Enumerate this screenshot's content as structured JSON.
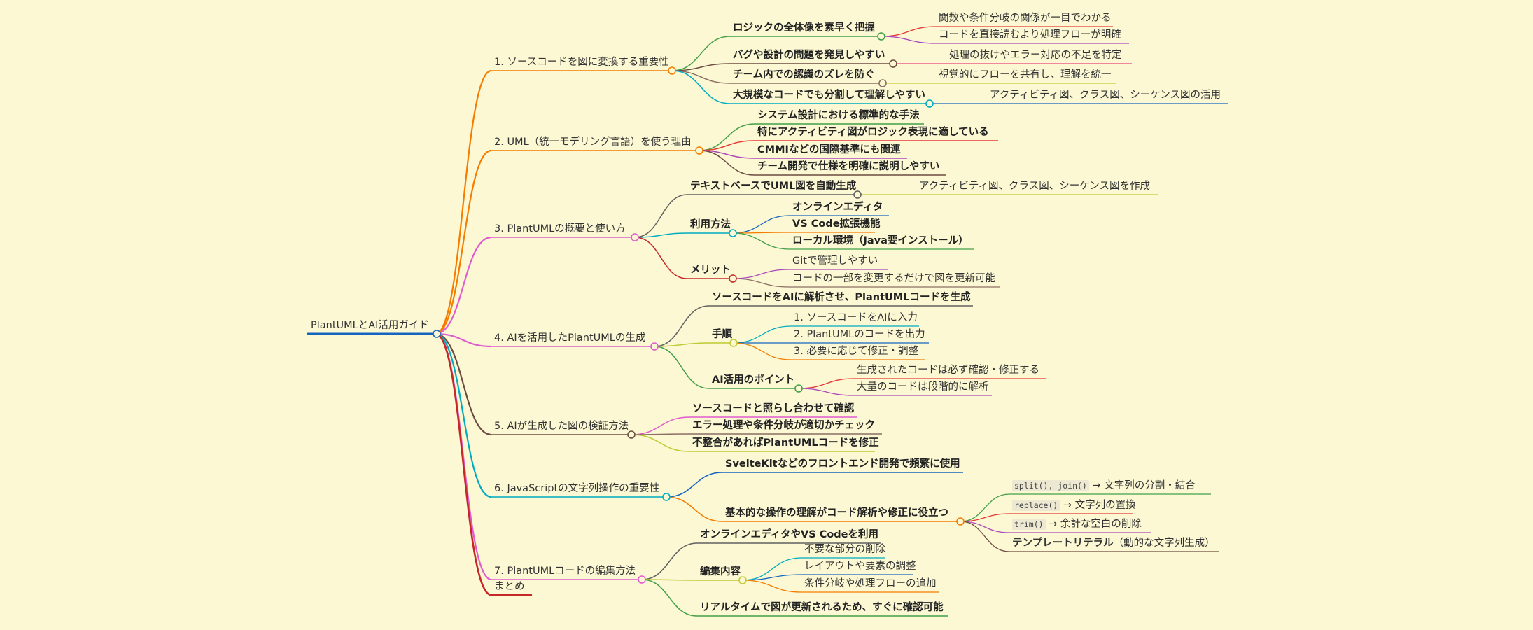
{
  "root": {
    "label": "PlantUMLとAI活用ガイド",
    "color": "#1565c0"
  },
  "branches": [
    {
      "label": "1. ソースコードを図に変換する重要性",
      "color": "#f57c00",
      "children": [
        {
          "label": "ロジックの全体像を素早く把握",
          "bold": true,
          "color": "#43a047",
          "children": [
            {
              "label": "関数や条件分岐の関係が一目でわかる",
              "color": "#e53935"
            },
            {
              "label": "コードを直接読むより処理フローが明確",
              "color": "#ab47bc"
            }
          ]
        },
        {
          "label": "バグや設計の問題を発見しやすい",
          "bold": true,
          "color": "#6d4c41",
          "children": [
            {
              "label": "処理の抜けやエラー対応の不足を特定",
              "color": "#ec407a"
            }
          ]
        },
        {
          "label": "チーム内での認識のズレを防ぐ",
          "bold": true,
          "color": "#8d6e63",
          "children": [
            {
              "label": "視覚的にフローを共有し、理解を統一",
              "color": "#c0ca33"
            }
          ]
        },
        {
          "label": "大規模なコードでも分割して理解しやすい",
          "bold": true,
          "color": "#00acc1",
          "children": [
            {
              "label": "アクティビティ図、クラス図、シーケンス図の活用",
              "color": "#1565c0"
            }
          ]
        }
      ]
    },
    {
      "label": "2. UML（統一モデリング言語）を使う理由",
      "color": "#f57c00",
      "children": [
        {
          "label": "システム設計における標準的な手法",
          "bold": true,
          "color": "#43a047"
        },
        {
          "label": "特にアクティビティ図がロジック表現に適している",
          "bold": true,
          "color": "#e53935"
        },
        {
          "label": "CMMIなどの国際基準にも関連",
          "bold": true,
          "color": "#ab47bc"
        },
        {
          "label": "チーム開発で仕様を明確に説明しやすい",
          "bold": true,
          "color": "#6d4c41"
        }
      ]
    },
    {
      "label": "3. PlantUMLの概要と使い方",
      "color": "#e05bd0",
      "children": [
        {
          "label": "テキストベースでUML図を自動生成",
          "bold": true,
          "color": "#616161",
          "children": [
            {
              "label": "アクティビティ図、クラス図、シーケンス図を作成",
              "color": "#c0ca33"
            }
          ]
        },
        {
          "label": "利用方法",
          "bold": true,
          "color": "#00acc1",
          "children": [
            {
              "label": "オンラインエディタ",
              "bold": true,
              "color": "#1565c0"
            },
            {
              "label": "VS Code拡張機能",
              "bold": true,
              "color": "#f57c00"
            },
            {
              "label": "ローカル環境（Java要インストール）",
              "bold": true,
              "color": "#43a047"
            }
          ]
        },
        {
          "label": "メリット",
          "bold": true,
          "color": "#c62828",
          "children": [
            {
              "label": "Gitで管理しやすい",
              "color": "#ab47bc"
            },
            {
              "label": "コードの一部を変更するだけで図を更新可能",
              "color": "#8d6e63"
            }
          ]
        }
      ]
    },
    {
      "label": "4. AIを活用したPlantUMLの生成",
      "color": "#e05bd0",
      "children": [
        {
          "label": "ソースコードをAIに解析させ、PlantUMLコードを生成",
          "bold": true,
          "color": "#616161"
        },
        {
          "label": "手順",
          "bold": true,
          "color": "#c0ca33",
          "children": [
            {
              "label": "1. ソースコードをAIに入力",
              "color": "#00acc1"
            },
            {
              "label": "2. PlantUMLのコードを出力",
              "color": "#1565c0"
            },
            {
              "label": "3. 必要に応じて修正・調整",
              "color": "#f57c00"
            }
          ]
        },
        {
          "label": "AI活用のポイント",
          "bold": true,
          "color": "#43a047",
          "children": [
            {
              "label": "生成されたコードは必ず確認・修正する",
              "color": "#e53935"
            },
            {
              "label": "大量のコードは段階的に解析",
              "color": "#ab47bc"
            }
          ]
        }
      ]
    },
    {
      "label": "5. AIが生成した図の検証方法",
      "color": "#6d4c41",
      "children": [
        {
          "label": "ソースコードと照らし合わせて確認",
          "bold": true,
          "color": "#e05bd0"
        },
        {
          "label": "エラー処理や条件分岐が適切かチェック",
          "bold": true,
          "color": "#8d6e63"
        },
        {
          "label": "不整合があればPlantUMLコードを修正",
          "bold": true,
          "color": "#c0ca33"
        }
      ]
    },
    {
      "label": "6. JavaScriptの文字列操作の重要性",
      "color": "#00acc1",
      "children": [
        {
          "label": "SvelteKitなどのフロントエンド開発で頻繁に使用",
          "bold": true,
          "color": "#1565c0"
        },
        {
          "label": "基本的な操作の理解がコード解析や修正に役立つ",
          "bold": true,
          "color": "#f57c00",
          "children": [
            {
              "code": "split(), join()",
              "label": "→ 文字列の分割・結合",
              "color": "#43a047"
            },
            {
              "code": "replace()",
              "label": "→ 文字列の置換",
              "color": "#e53935"
            },
            {
              "code": "trim()",
              "label": "→ 余計な空白の削除",
              "color": "#ab47bc"
            },
            {
              "bold_part": "テンプレートリテラル",
              "label": "（動的な文字列生成）",
              "color": "#6d4c41"
            }
          ]
        }
      ]
    },
    {
      "label": "7. PlantUMLコードの編集方法",
      "color": "#e05bd0",
      "children": [
        {
          "label": "オンラインエディタやVS Codeを利用",
          "bold": true,
          "color": "#616161"
        },
        {
          "label": "編集内容",
          "bold": true,
          "color": "#c0ca33",
          "children": [
            {
              "label": "不要な部分の削除",
              "color": "#00acc1"
            },
            {
              "label": "レイアウトや要素の調整",
              "color": "#1565c0"
            },
            {
              "label": "条件分岐や処理フローの追加",
              "color": "#f57c00"
            }
          ]
        },
        {
          "label": "リアルタイムで図が更新されるため、すぐに確認可能",
          "bold": true,
          "color": "#43a047"
        }
      ]
    },
    {
      "label": "まとめ",
      "color": "#c62828",
      "children": []
    }
  ]
}
